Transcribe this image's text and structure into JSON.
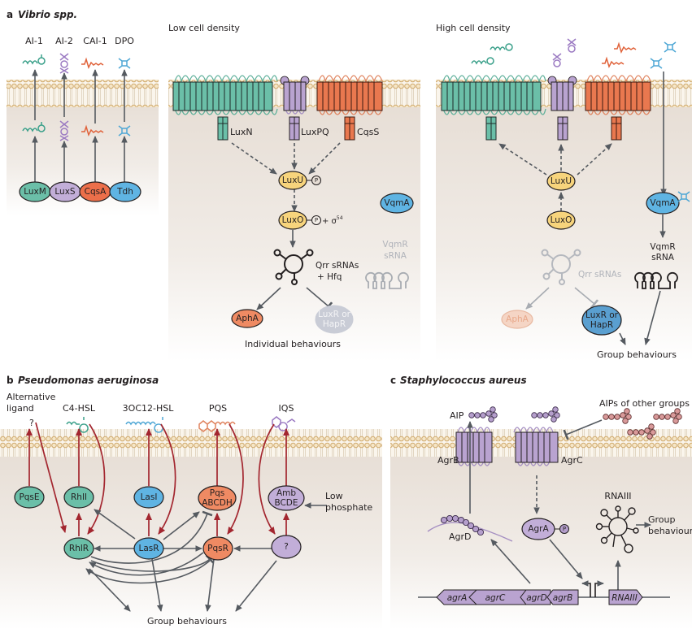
{
  "panels": {
    "a": {
      "letter": "a",
      "title": "Vibrio spp.",
      "signals": [
        "AI-1",
        "AI-2",
        "CAI-1",
        "DPO"
      ],
      "synthases": [
        "LuxM",
        "LuxS",
        "CqsA",
        "Tdh"
      ],
      "low": {
        "title": "Low cell density",
        "receptors": [
          "LuxN",
          "LuxPQ",
          "CqsS"
        ],
        "luxu": "LuxU",
        "luxo": "LuxO",
        "phospho": "P",
        "sigma": "+ σ",
        "sigma_sup": "54",
        "vqma": "VqmA",
        "qrr": "Qrr sRNAs",
        "hfq": "+ Hfq",
        "vqmr_line1": "VqmR",
        "vqmr_line2": "sRNA",
        "apha": "AphA",
        "luxr_line1": "LuxR or",
        "luxr_line2": "HapR",
        "outcome": "Individual behaviours"
      },
      "high": {
        "title": "High cell density",
        "luxu": "LuxU",
        "luxo": "LuxO",
        "vqma": "VqmA",
        "qrr": "Qrr sRNAs",
        "vqmr_line1": "VqmR",
        "vqmr_line2": "sRNA",
        "apha": "AphA",
        "luxr_line1": "LuxR or",
        "luxr_line2": "HapR",
        "outcome": "Group behaviours"
      }
    },
    "b": {
      "letter": "b",
      "title": "Pseudomonas aeruginosa",
      "alt_line1": "Alternative",
      "alt_line2": "ligand",
      "alt_symbol": "?",
      "signals": [
        "C4-HSL",
        "3OC12-HSL",
        "PQS",
        "IQS"
      ],
      "nodes": {
        "pqse": "PqsE",
        "rhli": "RhlI",
        "lasi": "LasI",
        "pqs_line1": "Pqs",
        "pqs_line2": "ABCDH",
        "amb_line1": "Amb",
        "amb_line2": "BCDE",
        "rhlr": "RhlR",
        "lasr": "LasR",
        "pqsr": "PqsR",
        "unknown": "?"
      },
      "low_phosphate_line1": "Low",
      "low_phosphate_line2": "phosphate",
      "outcome": "Group behaviours"
    },
    "c": {
      "letter": "c",
      "title": "Staphylococcus aureus",
      "aip": "AIP",
      "other_aips": "AIPs of other groups",
      "agrb": "AgrB",
      "agrc": "AgrC",
      "agrd": "AgrD",
      "agra": "AgrA",
      "phospho": "P",
      "rnaiii": "RNAIII",
      "outcome_line1": "Group",
      "outcome_line2": "behaviours",
      "genes": [
        "agrA",
        "agrC",
        "agrD",
        "agrB",
        "RNAIII"
      ]
    }
  },
  "colors": {
    "teal": "#6bbfa8",
    "purple": "#b9a3d0",
    "orange": "#ec8a63",
    "blue": "#5fb4e3",
    "yellow": "#f7d47c",
    "grey_faded": "#c9ccd6",
    "red_arrow": "#a3262f",
    "membrane": "#d8b57a",
    "cytoplasm": "#e9e1d9",
    "aip_pink": "#c98a8a"
  }
}
